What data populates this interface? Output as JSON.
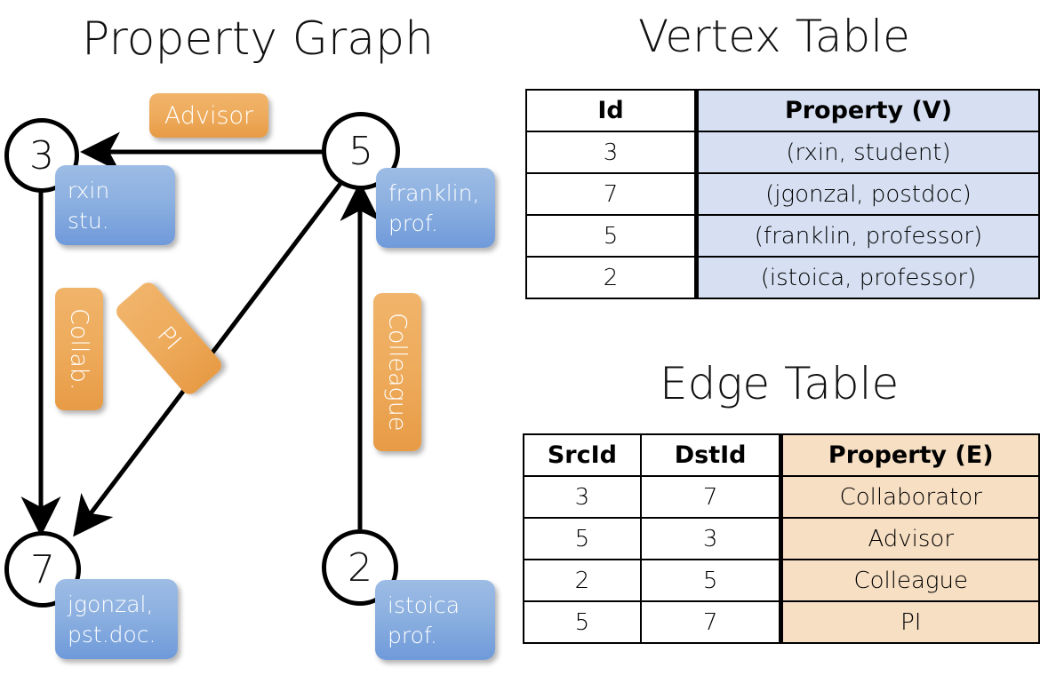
{
  "titles": {
    "property_graph": "Property Graph",
    "vertex_table": "Vertex Table",
    "edge_table": "Edge Table"
  },
  "graph": {
    "nodes": [
      {
        "id": "3",
        "property_lines": [
          "rxin",
          "stu."
        ]
      },
      {
        "id": "5",
        "property_lines": [
          "franklin,",
          "prof."
        ]
      },
      {
        "id": "7",
        "property_lines": [
          "jgonzal,",
          "pst.doc."
        ]
      },
      {
        "id": "2",
        "property_lines": [
          "istoica",
          "prof."
        ]
      }
    ],
    "edge_labels": [
      {
        "name": "advisor",
        "text": "Advisor"
      },
      {
        "name": "collab",
        "text": "Collab."
      },
      {
        "name": "pi",
        "text": "PI"
      },
      {
        "name": "colleague",
        "text": "Colleague"
      }
    ],
    "colors": {
      "node_fill": "#ffffff",
      "node_stroke": "#000000",
      "vertex_property_box": "#8cb0e0",
      "edge_label_box": "#eeab5c",
      "arrow": "#000000"
    }
  },
  "vertex_table": {
    "columns": [
      "Id",
      "Property (V)"
    ],
    "rows": [
      {
        "id": "3",
        "property": "(rxin, student)"
      },
      {
        "id": "7",
        "property": "(jgonzal, postdoc)"
      },
      {
        "id": "5",
        "property": "(franklin, professor)"
      },
      {
        "id": "2",
        "property": "(istoica, professor)"
      }
    ],
    "header_fill": "#d6e0f2"
  },
  "edge_table": {
    "columns": [
      "SrcId",
      "DstId",
      "Property (E)"
    ],
    "rows": [
      {
        "src": "3",
        "dst": "7",
        "property": "Collaborator"
      },
      {
        "src": "5",
        "dst": "3",
        "property": "Advisor"
      },
      {
        "src": "2",
        "dst": "5",
        "property": "Colleague"
      },
      {
        "src": "5",
        "dst": "7",
        "property": "PI"
      }
    ],
    "header_fill": "#f7dfc4"
  }
}
